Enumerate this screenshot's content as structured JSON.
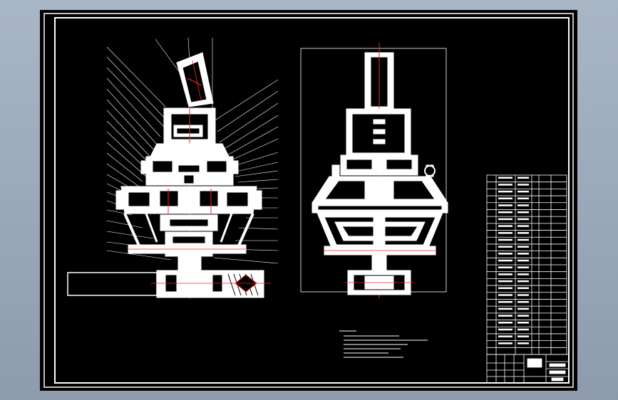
{
  "viewer": {
    "background_color": "#9aa8ba",
    "sheet_color": "#000000",
    "line_color": "#ffffff",
    "center_line_color": "#ff2020"
  },
  "drawing": {
    "description_icon": "cad-assembly-drawing",
    "views": [
      "section-view",
      "front-view"
    ],
    "parts_list_row_count": 26,
    "title_block_present": true,
    "technical_notes_line_count": 6
  }
}
